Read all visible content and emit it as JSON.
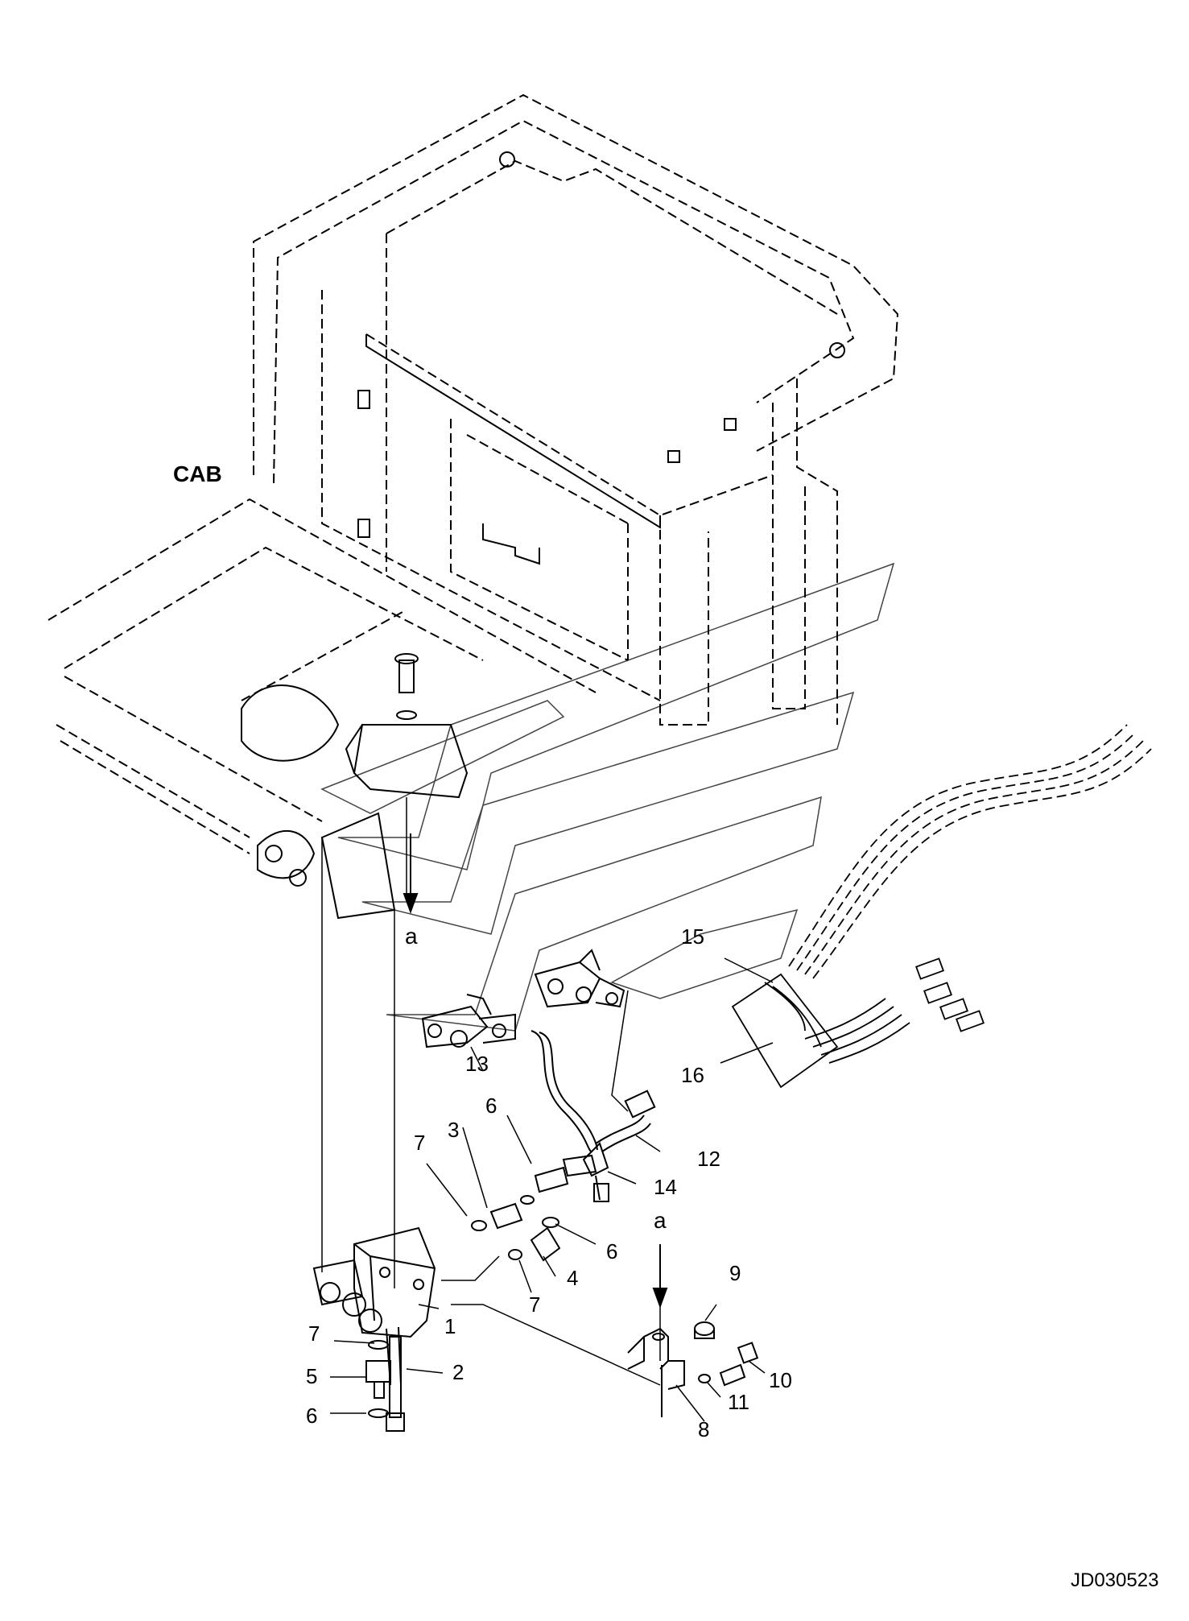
{
  "diagram": {
    "labels": {
      "cab": "CAB",
      "view_marker_top": "a",
      "view_marker_bottom": "a",
      "doc_id": "JD030523"
    },
    "callouts": {
      "c1": "1",
      "c2": "2",
      "c3": "3",
      "c4": "4",
      "c5": "5",
      "c6a": "6",
      "c6b": "6",
      "c6c": "6",
      "c7a": "7",
      "c7b": "7",
      "c7c": "7",
      "c8": "8",
      "c9": "9",
      "c10": "10",
      "c11": "11",
      "c12": "12",
      "c13": "13",
      "c14": "14",
      "c15": "15",
      "c16": "16"
    }
  }
}
